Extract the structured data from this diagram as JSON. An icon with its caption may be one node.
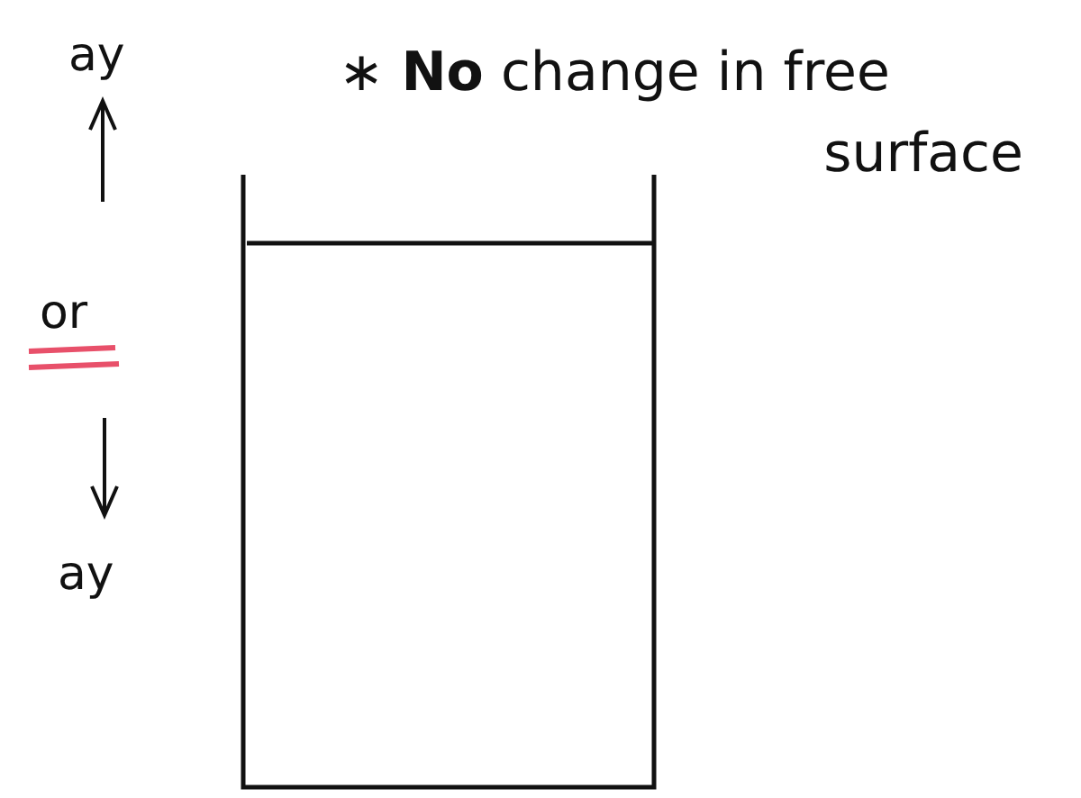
{
  "diagram": {
    "labels": [
      "ay",
      "or",
      "ay",
      "∗ **No** change in free surface"
    ]
  }
}
